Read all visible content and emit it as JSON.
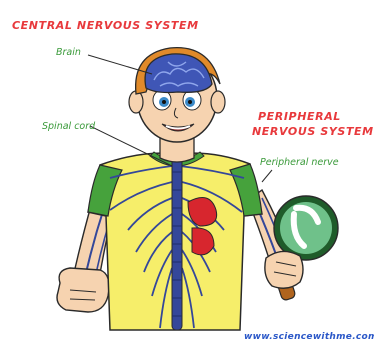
{
  "labels": {
    "title_central": "CENTRAL NERVOUS SYSTEM",
    "brain": "Brain",
    "spinal_cord": "Spinal cord",
    "title_peripheral_line1": "PERIPHERAL",
    "title_peripheral_line2": "NERVOUS SYSTEM",
    "peripheral_nerve": "Peripheral nerve",
    "website": "www.sciencewithme.com"
  },
  "colors": {
    "title_red": "#e8393c",
    "label_green": "#3a9a3a",
    "website_blue": "#2b58c8",
    "shirt_yellow": "#f6ee6a",
    "sleeve_green": "#46a23c",
    "nerve_blue": "#34479a",
    "brain_blue": "#3f56b6",
    "hair_orange": "#e08a2a",
    "skin": "#f6d3b0",
    "organ_red": "#d7262e",
    "magnifier_green": "#6fc18a",
    "outline": "#2a2a2a"
  }
}
